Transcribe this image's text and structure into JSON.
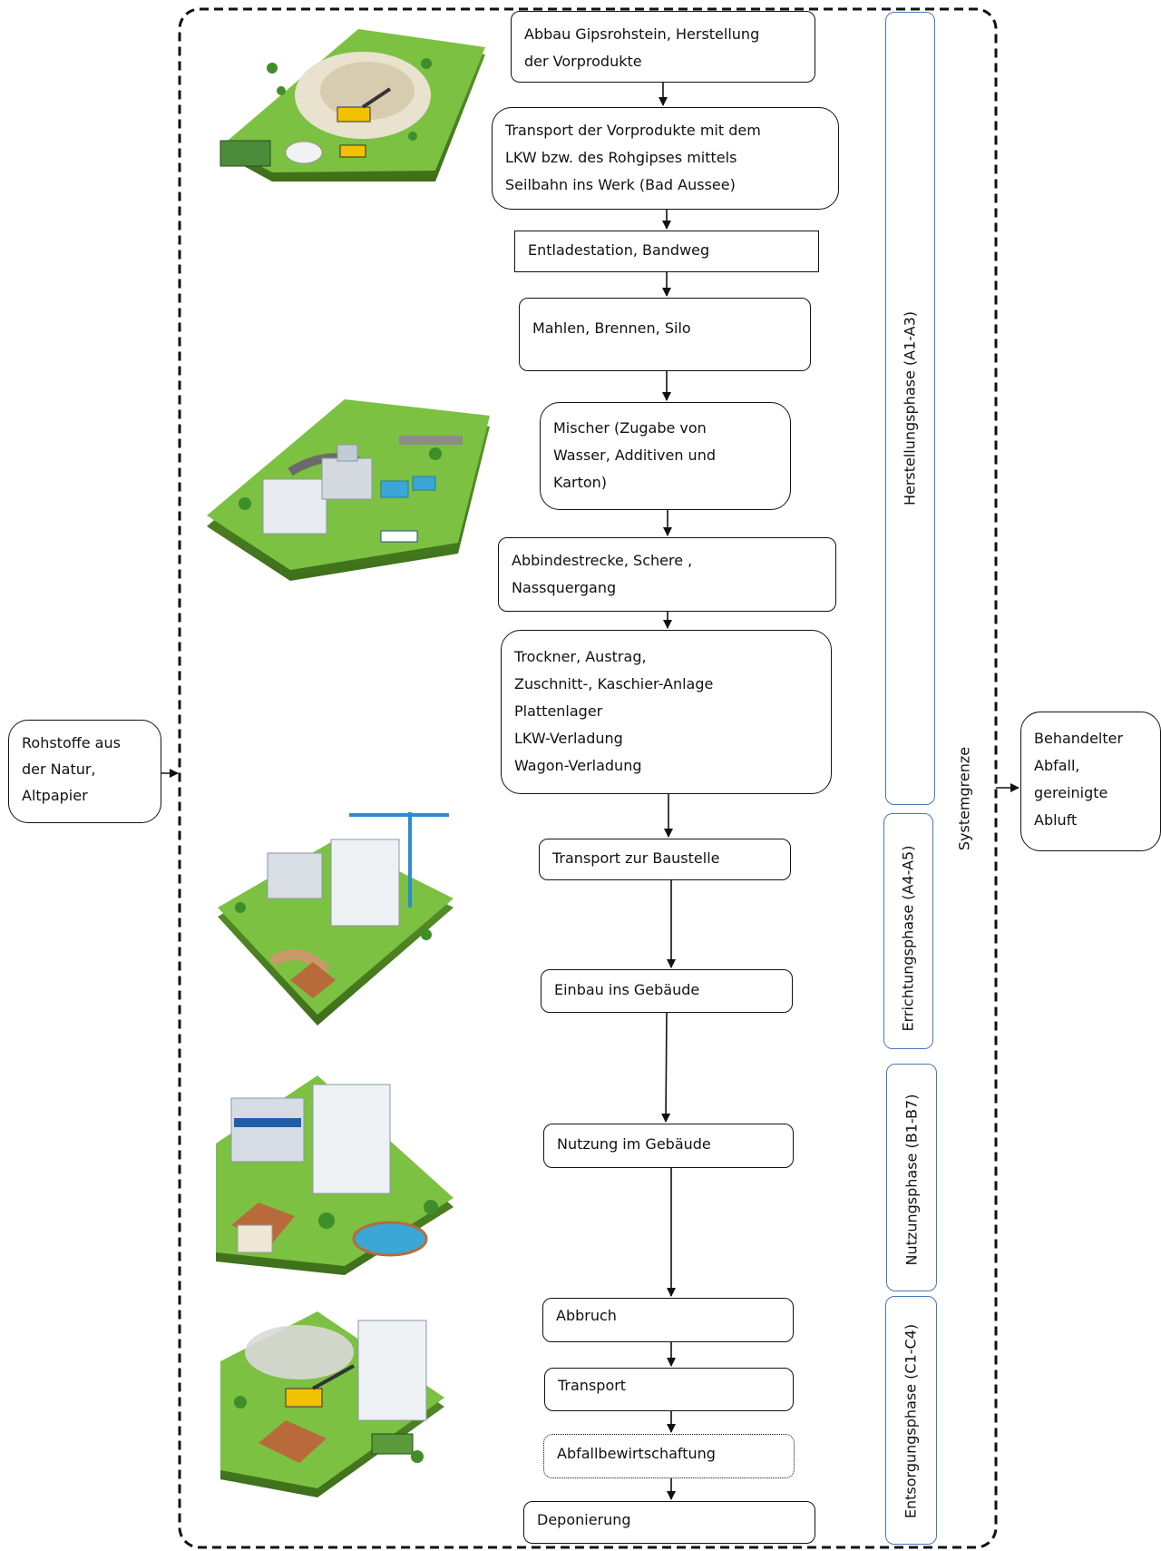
{
  "flow_steps": [
    {
      "lines": [
        "Abbau Gipsrohstein, Herstellung",
        "der Vorprodukte"
      ]
    },
    {
      "lines": [
        "Transport der Vorprodukte mit dem",
        "LKW bzw. des Rohgipses mittels",
        "Seilbahn ins Werk (Bad Aussee)"
      ]
    },
    {
      "lines": [
        "Entladestation, Bandweg"
      ]
    },
    {
      "lines": [
        "Mahlen, Brennen, Silo"
      ]
    },
    {
      "lines": [
        "Mischer (Zugabe von",
        "Wasser, Additiven und",
        "Karton)"
      ]
    },
    {
      "lines": [
        "Abbindestrecke, Schere ,",
        "Nassquergang"
      ]
    },
    {
      "lines": [
        "Trockner, Austrag,",
        "Zuschnitt-, Kaschier-Anlage",
        "Plattenlager",
        "LKW-Verladung",
        "Wagon-Verladung"
      ]
    },
    {
      "lines": [
        "Transport zur Baustelle"
      ]
    },
    {
      "lines": [
        "Einbau ins Gebäude"
      ]
    },
    {
      "lines": [
        "Nutzung im Gebäude"
      ]
    },
    {
      "lines": [
        "Abbruch"
      ]
    },
    {
      "lines": [
        "Transport"
      ]
    },
    {
      "lines": [
        "Abfallbewirtschaftung"
      ]
    },
    {
      "lines": [
        "Deponierung"
      ]
    }
  ],
  "inputs": {
    "lines": [
      "Rohstoffe aus",
      "der Natur,",
      "Altpapier"
    ]
  },
  "outputs": {
    "lines": [
      "Behandelter",
      "Abfall,",
      "gereinigte",
      "Abluft"
    ]
  },
  "phases": [
    {
      "label": "Herstellungsphase (A1-A3)"
    },
    {
      "label": "Errichtungsphase (A4-A5)"
    },
    {
      "label": "Nutzungsphase (B1-B7)"
    },
    {
      "label": "Entsorgungsphase (C1-C4)"
    }
  ],
  "system_boundary_label": "Systemgrenze",
  "illustrations": [
    "quarry-illustration",
    "factory-illustration",
    "construction-site-illustration",
    "building-use-illustration",
    "demolition-illustration"
  ],
  "colors": {
    "phase_border": "#4a78b5",
    "grass": "#7cc142",
    "boundary": "#111111"
  }
}
